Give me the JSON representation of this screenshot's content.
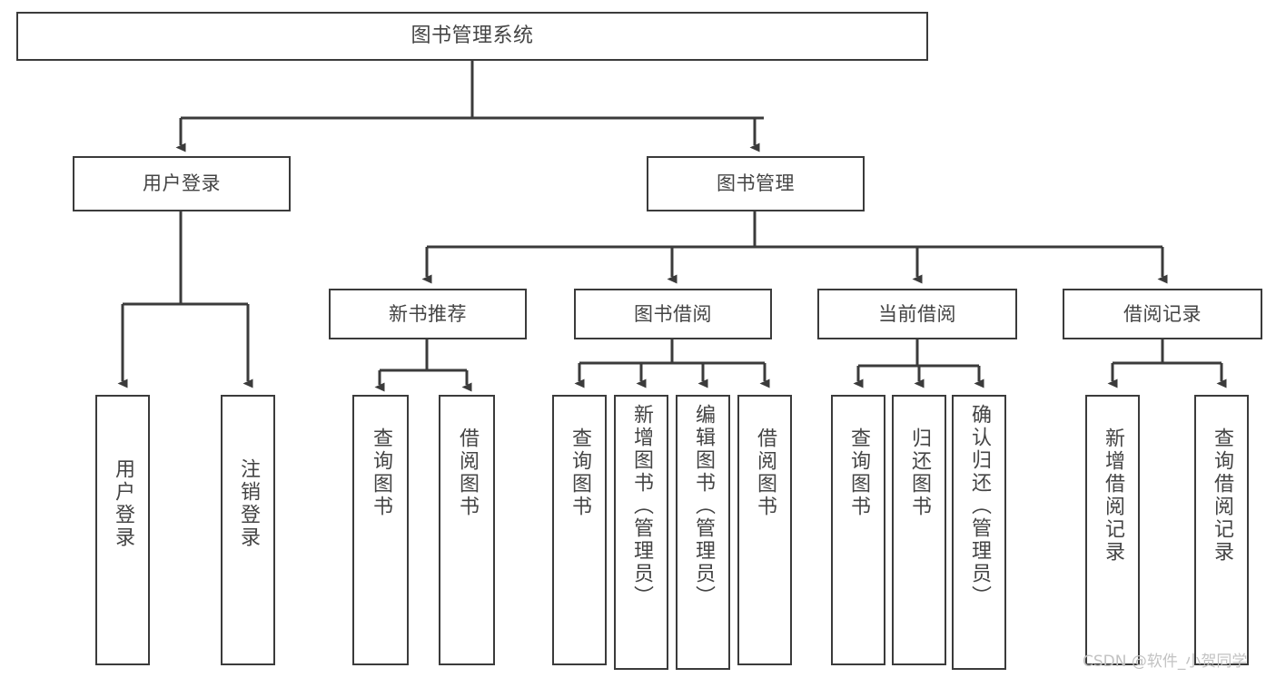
{
  "diagram": {
    "title": "图书管理系统",
    "type": "hierarchy-tree",
    "background_color": "#ffffff",
    "box_border_color": "#3b3b3b",
    "text_color": "#444444",
    "levels": {
      "root": "图书管理系统",
      "level2": [
        "用户登录",
        "图书管理"
      ],
      "level3": [
        "新书推荐",
        "图书借阅",
        "当前借阅",
        "借阅记录"
      ]
    },
    "nodes": {
      "root": {
        "label": "图书管理系统"
      },
      "user_login": {
        "label": "用户登录"
      },
      "book_manage": {
        "label": "图书管理"
      },
      "new_book_rec": {
        "label": "新书推荐"
      },
      "book_borrow": {
        "label": "图书借阅"
      },
      "current_borrow": {
        "label": "当前借阅"
      },
      "borrow_record": {
        "label": "借阅记录"
      },
      "leaf_user_login": {
        "label": "用户登录"
      },
      "leaf_logout": {
        "label": "注销登录"
      },
      "leaf_query_book_1": {
        "label": "查询图书"
      },
      "leaf_borrow_book_1": {
        "label": "借阅图书"
      },
      "leaf_query_book_2": {
        "label": "查询图书"
      },
      "leaf_add_book": {
        "label": "新增图书（管理员）"
      },
      "leaf_edit_book": {
        "label": "编辑图书（管理员）"
      },
      "leaf_borrow_book_2": {
        "label": "借阅图书"
      },
      "leaf_query_book_3": {
        "label": "查询图书"
      },
      "leaf_return_book": {
        "label": "归还图书"
      },
      "leaf_confirm_return": {
        "label": "确认归还（管理员）"
      },
      "leaf_add_record": {
        "label": "新增借阅记录"
      },
      "leaf_query_record": {
        "label": "查询借阅记录"
      }
    }
  },
  "watermark": {
    "text": "CSDN @软件_小贺同学"
  }
}
